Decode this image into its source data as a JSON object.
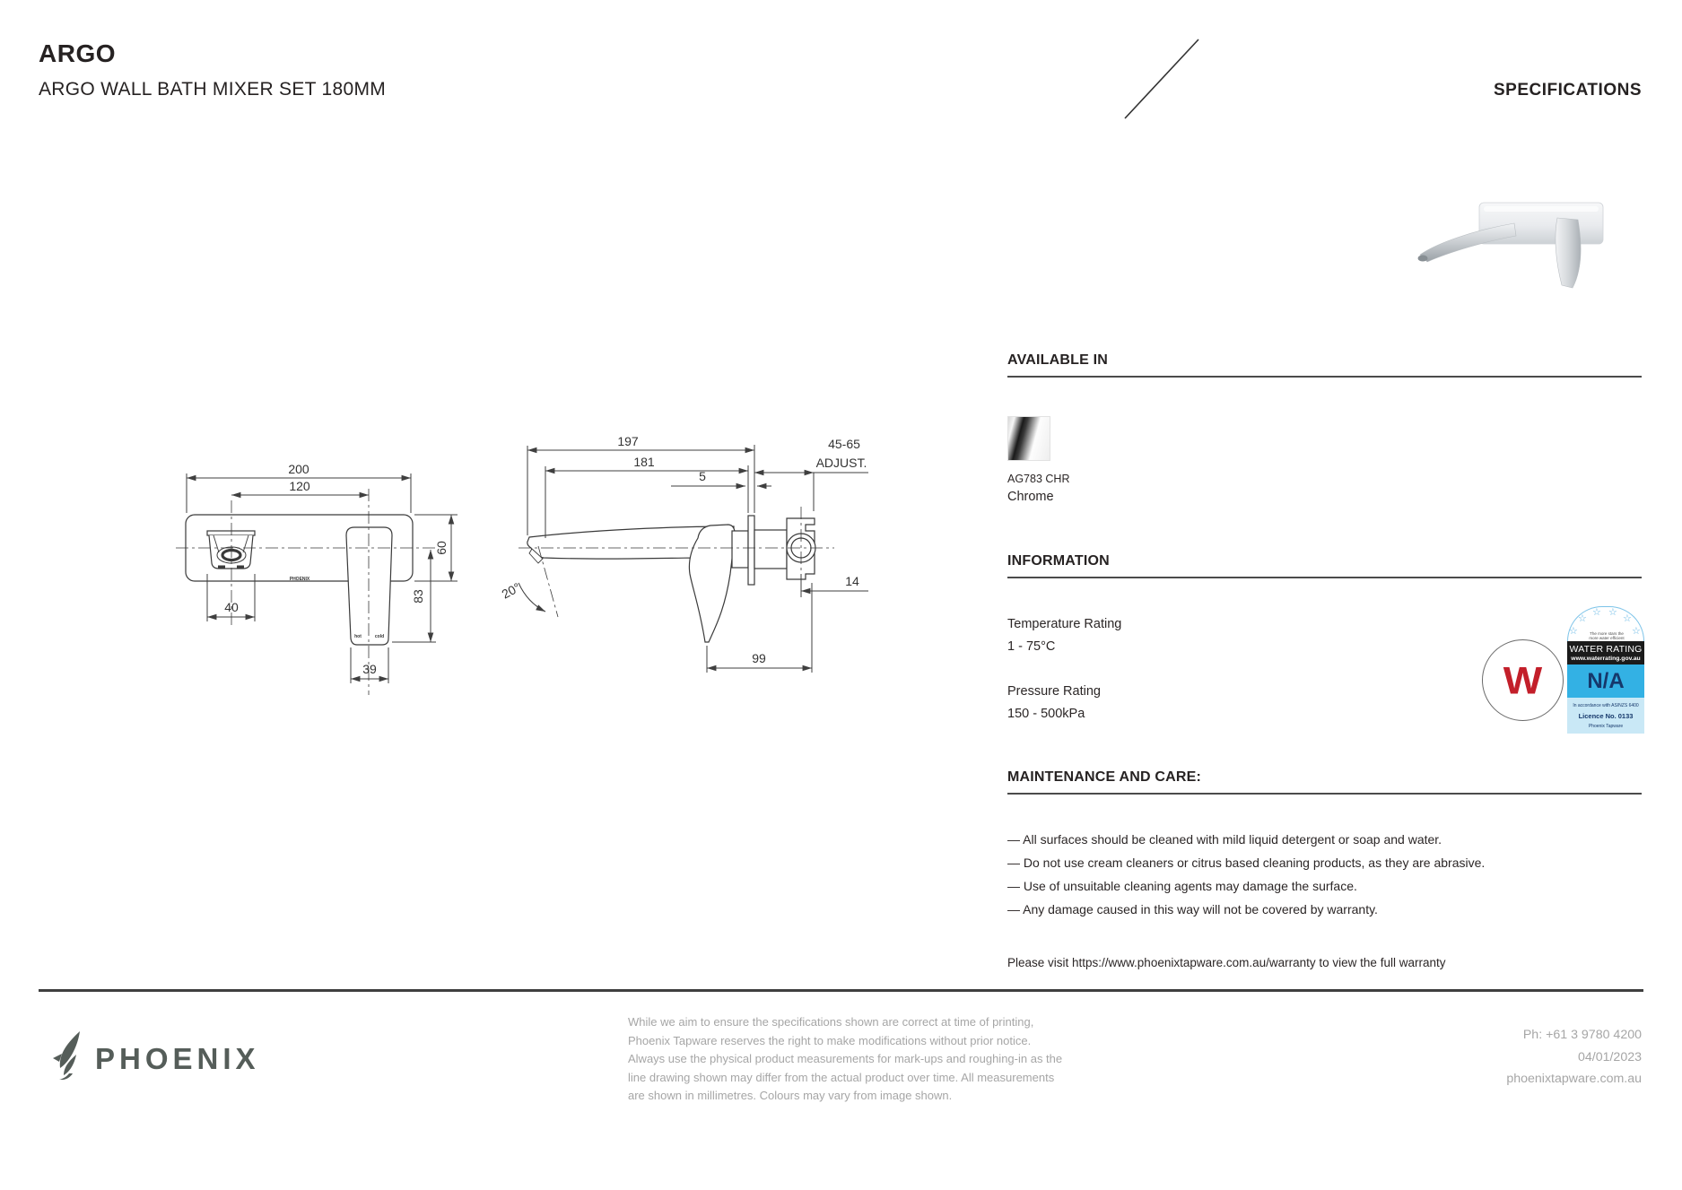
{
  "header": {
    "product_family": "ARGO",
    "product_title": "ARGO WALL BATH MIXER SET 180MM",
    "doc_label": "SPECIFICATIONS"
  },
  "available_in": {
    "heading": "AVAILABLE IN",
    "finish_code": "AG783 CHR",
    "finish_name": "Chrome"
  },
  "information": {
    "heading": "INFORMATION",
    "specs": [
      {
        "label": "Temperature Rating",
        "value": "1 - 75°C"
      },
      {
        "label": "Pressure Rating",
        "value": "150 - 500kPa"
      }
    ]
  },
  "badges": {
    "watermark_letter": "W",
    "water_rating": {
      "star": "☆",
      "tagline": "The more stars the more water efficient",
      "title": "WATER RATING",
      "url": "www.waterrating.gov.au",
      "rating": "N/A",
      "standard": "In accordance with AS/NZS 6400",
      "licence": "Licence No. 0133",
      "brand": "Phoenix Tapware"
    }
  },
  "maintenance": {
    "heading": "MAINTENANCE AND CARE:",
    "items": [
      "— All surfaces should be cleaned with mild liquid detergent or soap and water.",
      "— Do not use cream cleaners or citrus based cleaning products, as they are abrasive.",
      "— Use of unsuitable cleaning agents may damage the surface.",
      "— Any damage caused in this way will not be covered by warranty."
    ],
    "warranty_note": "Please visit https://www.phoenixtapware.com.au/warranty to view the full warranty"
  },
  "footer": {
    "brand": "PHOENIX",
    "disclaimer_lines": [
      "While we aim to ensure the specifications shown are correct at time of printing,",
      "Phoenix Tapware reserves the right to make modifications without prior notice.",
      "Always use the physical product measurements for mark-ups and roughing-in as the",
      "line drawing shown may differ from the actual product over time. All measurements",
      "are shown in millimetres. Colours may vary from image shown."
    ],
    "phone": "Ph: +61 3 9780 4200",
    "date": "04/01/2023",
    "website": "phoenixtapware.com.au"
  },
  "drawings": {
    "front_view": {
      "dim_overall_width": "200",
      "dim_hole_centres": "120",
      "dim_spout_width": "40",
      "dim_plate_height": "60",
      "dim_handle_drop": "83",
      "dim_handle_width": "39",
      "plate_brand": "PHOENIX",
      "handle_hot": "hot",
      "handle_cold": "cold"
    },
    "side_view": {
      "dim_spout_reach": "197",
      "dim_spout_reach_to_plate": "181",
      "dim_plate_thickness": "5",
      "dim_adjust_range": "45-65",
      "dim_adjust_label": "ADJUST.",
      "dim_body_offset": "14",
      "dim_handle_depth": "99",
      "dim_spout_angle": "20°"
    }
  }
}
